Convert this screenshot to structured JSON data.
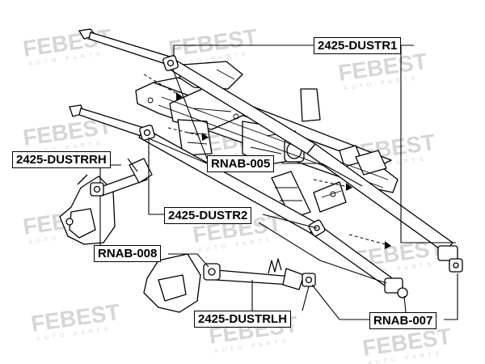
{
  "watermark": {
    "brand": "FEBEST",
    "tagline": "AUTO PARTS",
    "color": "#d6d6d6"
  },
  "callouts": {
    "dustr1": "2425-DUSTR1",
    "dustrrh": "2425-DUSTRRH",
    "rnab005": "RNAB-005",
    "dustr2": "2425-DUSTR2",
    "rnab008": "RNAB-008",
    "dustrlh": "2425-DUSTRLH",
    "rnab007": "RNAB-007"
  },
  "colors": {
    "line": "#000000",
    "background": "#ffffff"
  }
}
